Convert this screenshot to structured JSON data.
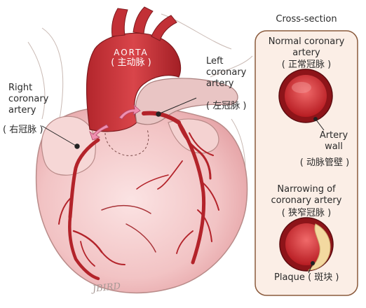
{
  "heart": {
    "aorta": {
      "name": "AORTA",
      "cn": "( 主动脉 )"
    },
    "left_coronary": {
      "lines": [
        "Left",
        "coronary",
        "artery"
      ],
      "cn": "( 左冠脉 )"
    },
    "right_coronary": {
      "lines": [
        "Right",
        "coronary",
        "artery"
      ],
      "cn": "( 右冠脉 )"
    },
    "signature": "JBIRD"
  },
  "cross_section": {
    "title": "Cross-section",
    "normal": {
      "lines": [
        "Normal coronary",
        "artery"
      ],
      "cn": "( 正常冠脉 )"
    },
    "wall": {
      "lines": [
        "Artery",
        "wall"
      ],
      "cn": "( 动脉管壁 )"
    },
    "narrowing": {
      "lines": [
        "Narrowing of",
        "coronary artery"
      ],
      "cn": "( 狭窄冠脉 )"
    },
    "plaque": {
      "label": "Plaque",
      "cn": "( 斑块 )"
    }
  },
  "colors": {
    "panel_bg": "#fbeee6",
    "panel_border": "#8a5a3c",
    "artery_red": "#b3232a",
    "heart_pink": "#f3c9c9",
    "plaque_yellow": "#f3d9a0"
  }
}
